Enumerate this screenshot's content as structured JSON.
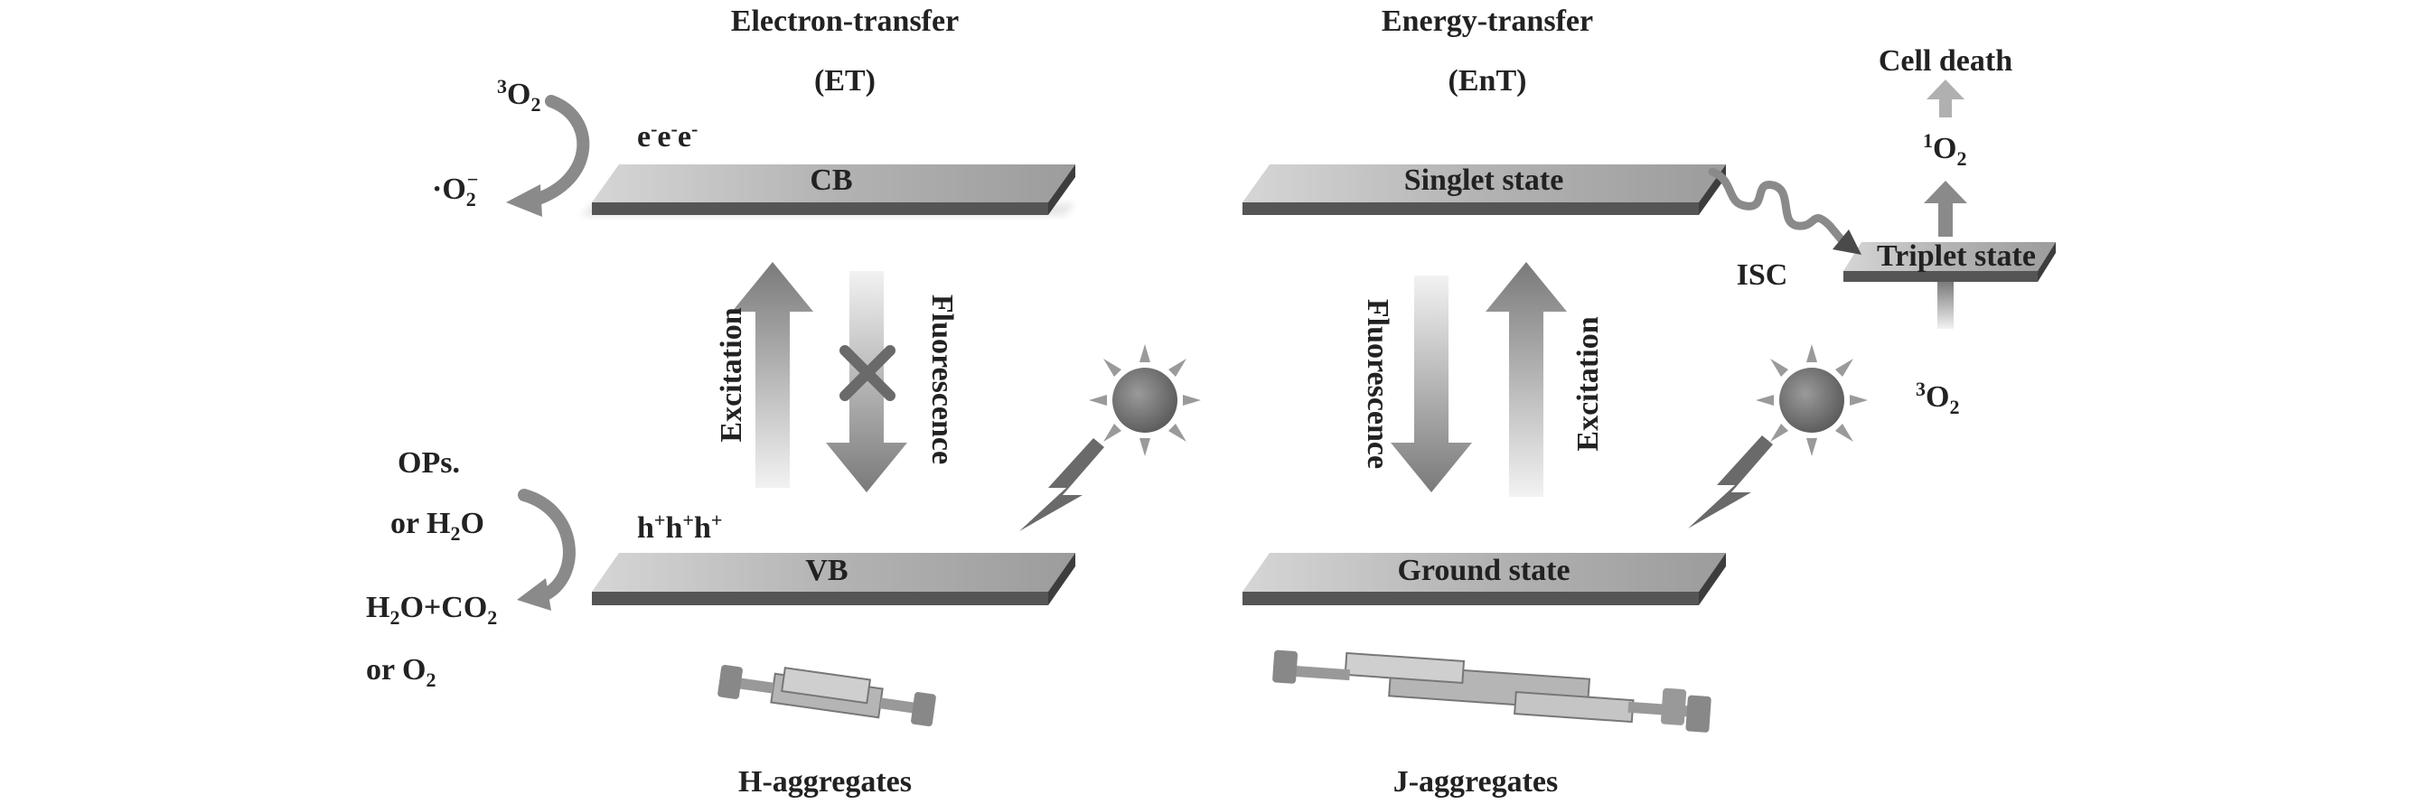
{
  "electron_transfer": {
    "title_line1": "Electron-transfer",
    "title_line2": "(ET)",
    "cb": "CB",
    "vb": "VB",
    "electrons": "e",
    "electron_charge": "-",
    "holes": "h",
    "hole_charge": "+",
    "excitation": "Excitation",
    "fluorescence": "Fluorescence",
    "o2_sup": "3",
    "o2_base": "O",
    "o2_sub": "2",
    "superoxide_dot": "·",
    "superoxide_base": "O",
    "superoxide_sub": "2",
    "superoxide_charge": "−",
    "ops_line1": "OPs.",
    "ops_line2_pre": "or H",
    "ops_line2_sub": "2",
    "ops_line2_post": "O",
    "prod_line1_a": "H",
    "prod_line1_sub1": "2",
    "prod_line1_b": "O+CO",
    "prod_line1_sub2": "2",
    "prod_line2_pre": "or O",
    "prod_line2_sub": "2",
    "aggregate_label": "H-aggregates"
  },
  "energy_transfer": {
    "title_line1": "Energy-transfer",
    "title_line2": "(EnT)",
    "singlet": "Singlet state",
    "ground": "Ground state",
    "triplet": "Triplet state",
    "isc": "ISC",
    "excitation": "Excitation",
    "fluorescence": "Fluorescence",
    "cell_death": "Cell death",
    "singlet_o2_sup": "1",
    "singlet_o2_base": "O",
    "singlet_o2_sub": "2",
    "triplet_o2_sup": "3",
    "triplet_o2_base": "O",
    "triplet_o2_sub": "2",
    "aggregate_label": "J-aggregates"
  },
  "colors": {
    "text": "#222222",
    "slab_top": "#b9b9b9",
    "slab_side": "#555555",
    "arrow": "#8a8a8a",
    "sun": "#6e6e6e",
    "ray": "#9a9a9a"
  },
  "icons": [
    "sun-icon",
    "lightning-icon",
    "cross-icon",
    "wave-arrow-icon",
    "curved-arrow-icon"
  ]
}
